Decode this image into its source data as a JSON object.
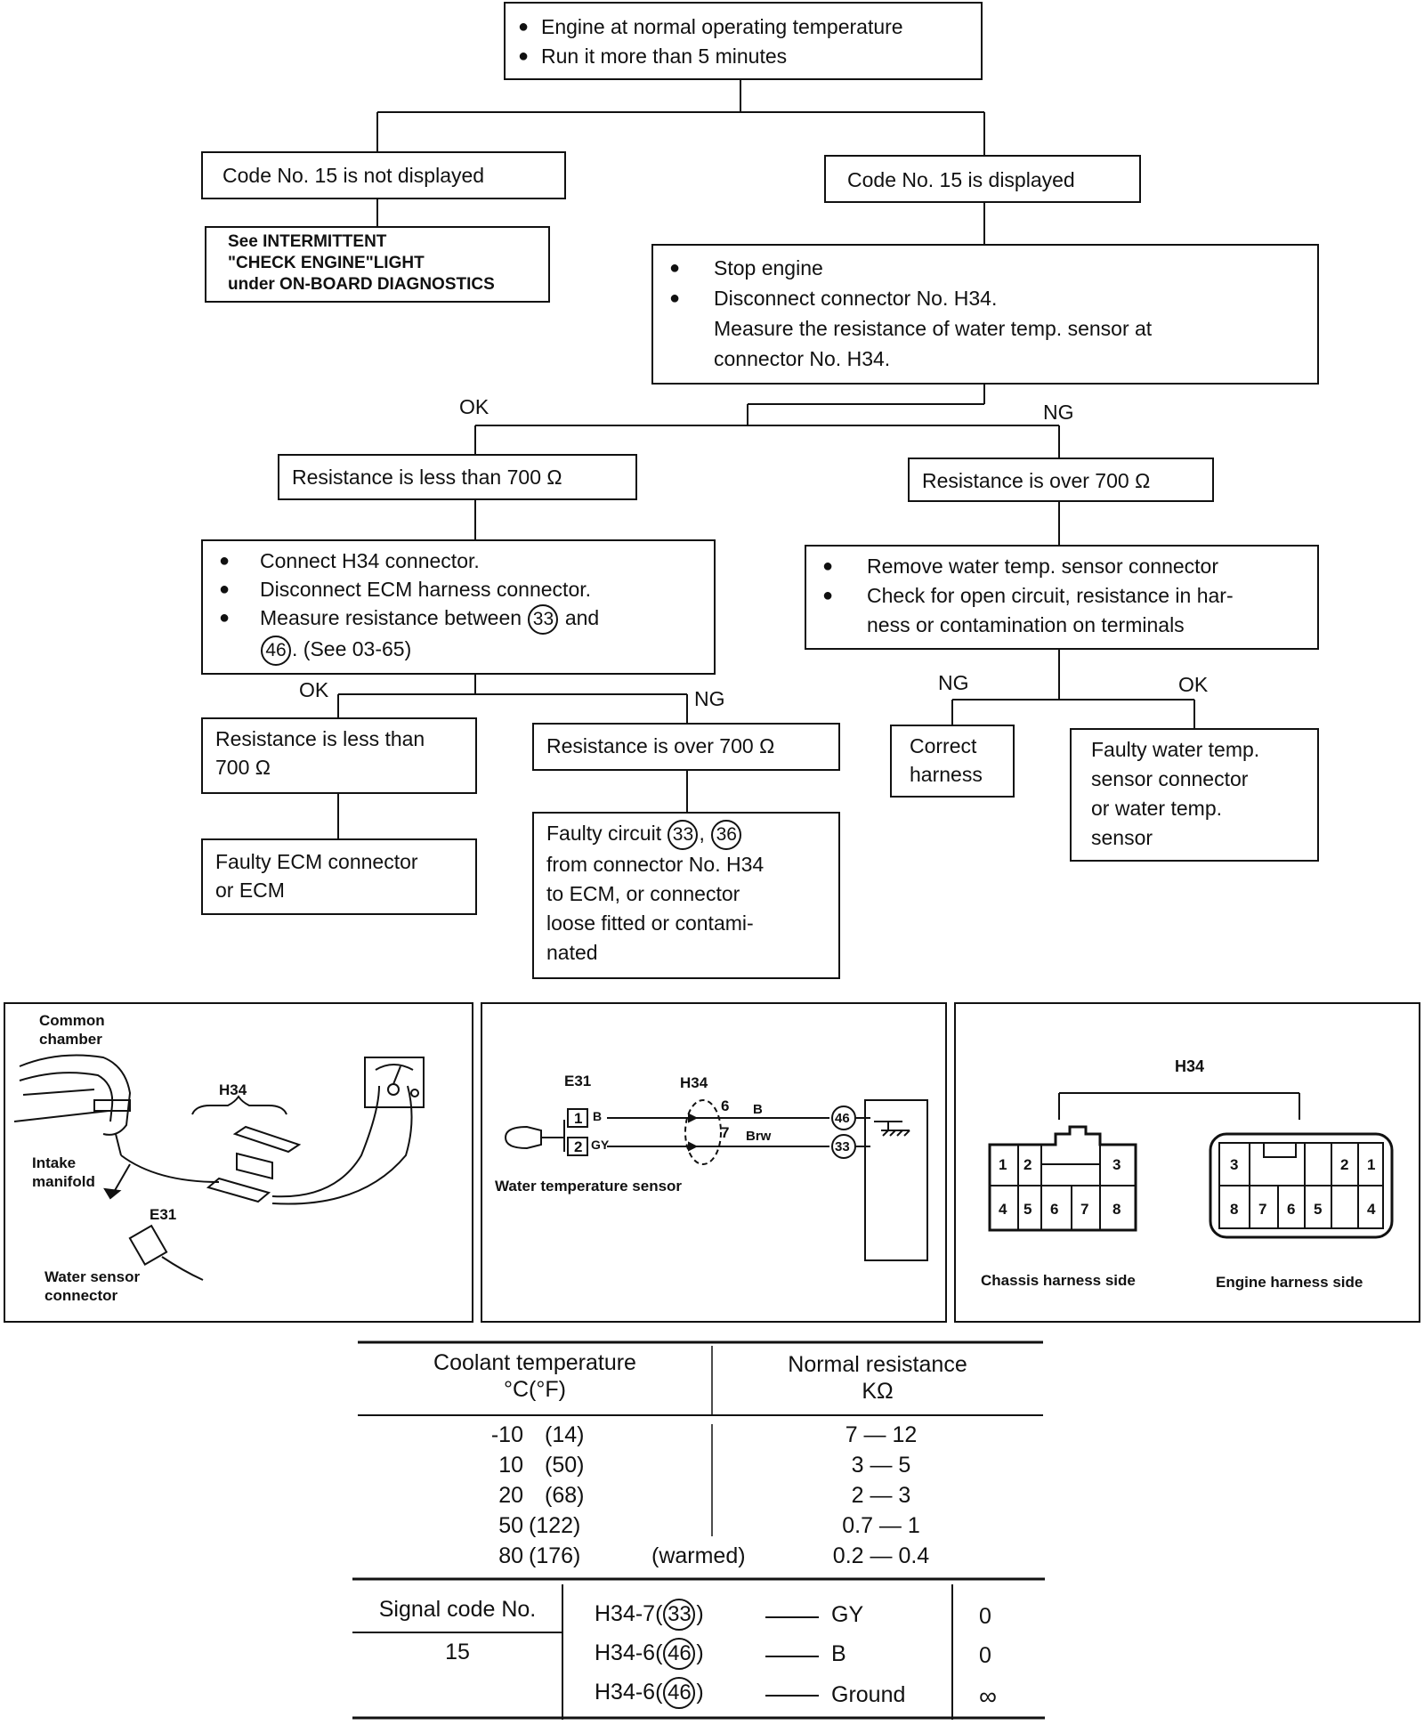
{
  "flow": {
    "start": [
      "Engine at normal operating temperature",
      "Run it more than 5 minutes"
    ],
    "not_displayed": "Code No. 15 is not displayed",
    "displayed": "Code No. 15 is displayed",
    "see_intermittent": [
      "See INTERMITTENT",
      "\"CHECK ENGINE\"LIGHT",
      "under ON-BOARD DIAGNOSTICS"
    ],
    "stop_engine": [
      "Stop engine",
      "Disconnect connector No. H34.",
      "Measure the resistance of water temp. sensor at",
      "connector No. H34."
    ],
    "ok1": "OK",
    "ng1": "NG",
    "res_less_1": "Resistance is less than 700 Ω",
    "res_over_1": "Resistance is over 700 Ω",
    "connect_h34": [
      "Connect H34 connector.",
      "Disconnect ECM harness connector.",
      "Measure resistance between",
      "and",
      ". (See 03-65)"
    ],
    "remove_sensor": [
      "Remove water temp. sensor connector",
      "Check for open circuit, resistance in har-",
      "ness or contamination on terminals"
    ],
    "ok2": "OK",
    "ng2": "NG",
    "ng3": "NG",
    "ok3": "OK",
    "res_less_2": [
      "Resistance is less than",
      "700 Ω"
    ],
    "res_over_2": "Resistance is over 700 Ω",
    "correct_harness": [
      "Correct",
      "harness"
    ],
    "faulty_sensor": [
      "Faulty water temp.",
      "sensor connector",
      "or water temp.",
      "sensor"
    ],
    "faulty_ecm": [
      "Faulty ECM connector",
      "or ECM"
    ],
    "faulty_circuit": [
      "Faulty circuit",
      ",",
      "from connector No. H34",
      "to ECM, or connector",
      "loose fitted or contami-",
      "nated"
    ],
    "circ_33": "33",
    "circ_36": "36",
    "circ_46": "46"
  },
  "panel1": {
    "common_chamber": [
      "Common",
      "chamber"
    ],
    "h34": "H34",
    "intake_manifold": [
      "Intake",
      "manifold"
    ],
    "e31": "E31",
    "water_sensor_connector": [
      "Water sensor",
      "connector"
    ]
  },
  "panel2": {
    "e31": "E31",
    "h34": "H34",
    "pin1": "1",
    "pin2": "2",
    "wire_b": "B",
    "wire_gy": "GY",
    "pin6": "6",
    "pin7": "7",
    "wire_b2": "B",
    "wire_brw": "Brw",
    "term46": "46",
    "term33": "33",
    "caption": "Water temperature sensor"
  },
  "panel3": {
    "h34": "H34",
    "chassis_pins_top": [
      "1",
      "2",
      "3"
    ],
    "chassis_pins_bottom": [
      "4",
      "5",
      "6",
      "7",
      "8"
    ],
    "engine_pins_top": [
      "3",
      "2",
      "1"
    ],
    "engine_pins_bottom": [
      "8",
      "7",
      "6",
      "5",
      "4"
    ],
    "chassis_label": "Chassis harness side",
    "engine_label": "Engine harness side"
  },
  "table1": {
    "col1": [
      "Coolant temperature",
      "°C(°F)"
    ],
    "col2": [
      "Normal resistance",
      "KΩ"
    ],
    "rows": [
      {
        "temp": "-10",
        "f": "(14)",
        "note": "",
        "res": "7 — 12"
      },
      {
        "temp": "10",
        "f": "(50)",
        "note": "",
        "res": "3 — 5"
      },
      {
        "temp": "20",
        "f": "(68)",
        "note": "",
        "res": "2 — 3"
      },
      {
        "temp": "50",
        "f": "(122)",
        "note": "",
        "res": "0.7 — 1"
      },
      {
        "temp": "80",
        "f": "(176)",
        "note": "(warmed)",
        "res": "0.2 — 0.4"
      }
    ]
  },
  "table2": {
    "header": "Signal code No.",
    "code": "15",
    "rows": [
      {
        "pin": "H34-7",
        "term": "33",
        "wire": "GY",
        "val": "0"
      },
      {
        "pin": "H34-6",
        "term": "46",
        "wire": "B",
        "val": "0"
      },
      {
        "pin": "H34-6",
        "term": "46",
        "wire": "Ground",
        "val": "∞"
      }
    ]
  }
}
